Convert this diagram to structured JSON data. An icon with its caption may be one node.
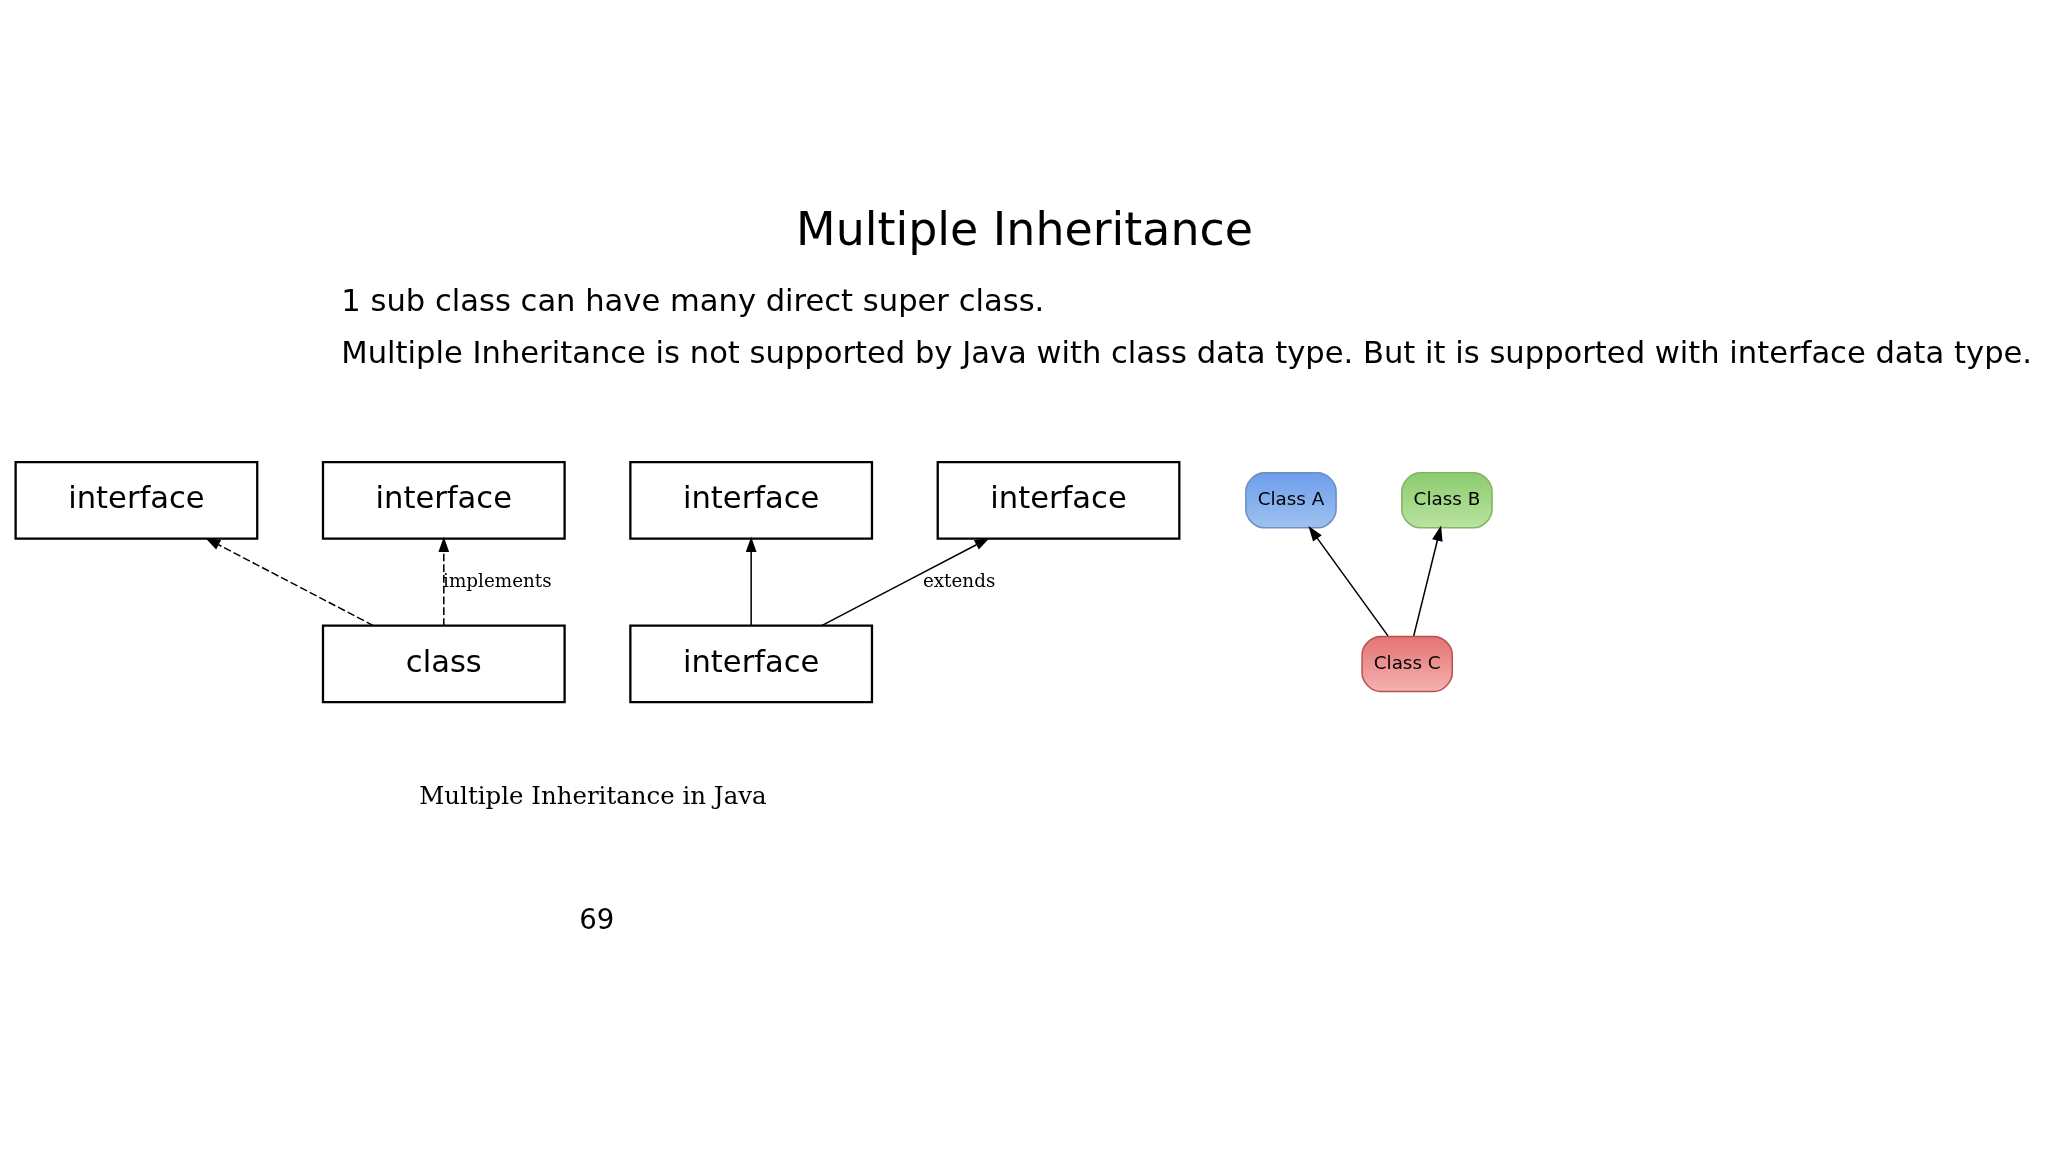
{
  "diagram": {
    "title": "Multiple Inheritance",
    "nodes": [
      {
        "text": [
          "Class A"
        ]
      },
      {
        "text": [
          "Class B"
        ]
      },
      {
        "text": [
          "Class C"
        ]
      },
      {
        "text": [
          "interface"
        ]
      },
      {
        "text": [
          "interface"
        ]
      },
      {
        "text": [
          "class"
        ]
      },
      {
        "text": [
          "interface"
        ]
      },
      {
        "text": [
          "interface"
        ]
      },
      {
        "text": [
          "interface"
        ]
      }
    ],
    "edges": [
      {
        "from": 2,
        "to": 0,
        "arrow": "to"
      },
      {
        "from": 2,
        "to": 1,
        "arrow": "to"
      },
      {
        "from": 5,
        "to": 3,
        "arrow": "to",
        "style": "dashed"
      },
      {
        "from": 5,
        "to": 4,
        "arrow": "to",
        "style": "dashed",
        "label": "implements"
      },
      {
        "from": 8,
        "to": 6,
        "arrow": "to"
      },
      {
        "from": 8,
        "to": 7,
        "arrow": "to",
        "label": "extends"
      }
    ],
    "labels": [
      "1 sub class can have many direct super class.",
      "Multiple Inheritance is not supported by Java with class data type. But it is supported with interface data type.",
      "Multiple Inheritance in Java",
      "69"
    ]
  }
}
